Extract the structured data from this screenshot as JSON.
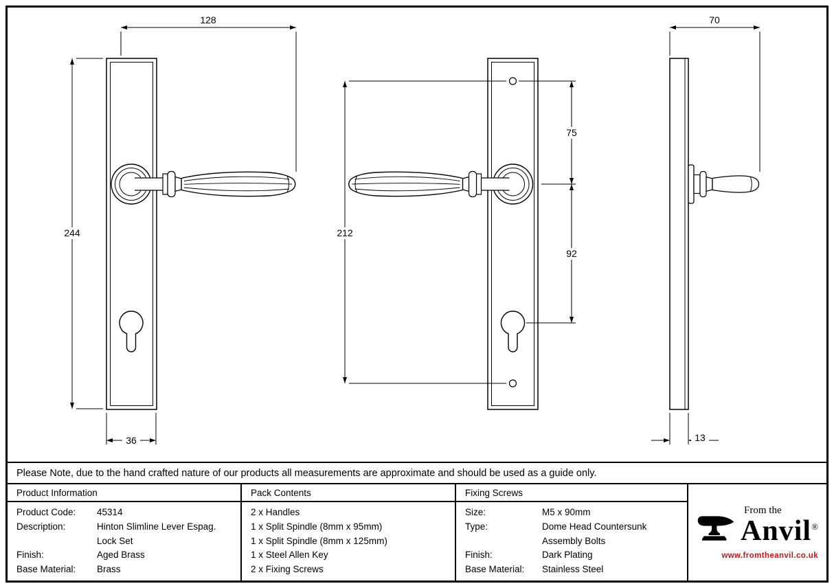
{
  "note": "Please Note, due to the hand crafted nature of our products all measurements are approximate and should be used as a guide only.",
  "drawing": {
    "dims": {
      "handle_length": "128",
      "plate_height": "244",
      "plate_width": "36",
      "screw_centres": "212",
      "screw_to_handle": "75",
      "handle_to_cylinder": "92",
      "projection": "70",
      "plate_depth": "13"
    }
  },
  "table": {
    "product_info": {
      "header": "Product Information",
      "rows": [
        {
          "label": "Product Code:",
          "value": "45314"
        },
        {
          "label": "Description:",
          "value": "Hinton Slimline Lever Espag."
        },
        {
          "label": "",
          "value": "Lock Set"
        },
        {
          "label": "Finish:",
          "value": "Aged Brass"
        },
        {
          "label": "Base Material:",
          "value": "Brass"
        }
      ]
    },
    "pack_contents": {
      "header": "Pack Contents",
      "items": [
        "2 x Handles",
        "1 x Split Spindle (8mm x 95mm)",
        "1 x Split Spindle (8mm x 125mm)",
        "1 x Steel Allen Key",
        "2 x Fixing Screws"
      ]
    },
    "fixing_screws": {
      "header": "Fixing Screws",
      "rows": [
        {
          "label": "Size:",
          "value": "M5 x 90mm"
        },
        {
          "label": "Type:",
          "value": "Dome Head Countersunk"
        },
        {
          "label": "",
          "value": "Assembly Bolts"
        },
        {
          "label": "Finish:",
          "value": "Dark Plating"
        },
        {
          "label": "Base Material:",
          "value": "Stainless Steel"
        }
      ]
    }
  },
  "brand": {
    "tagline": "From the",
    "name": "Anvil",
    "registered": "®",
    "website": "www.fromtheanvil.co.uk",
    "website_color": "#c4161c"
  }
}
